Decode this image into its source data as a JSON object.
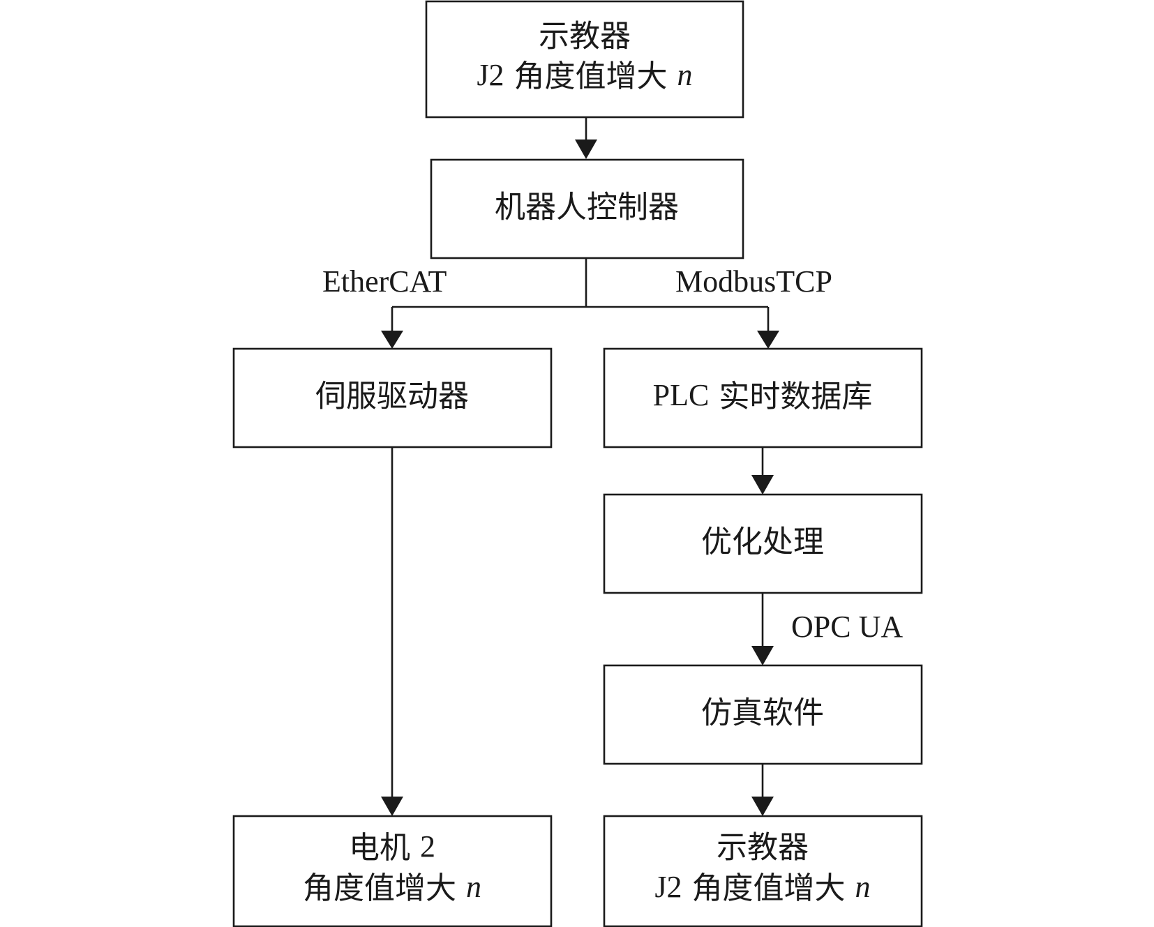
{
  "nodes": {
    "teach_pendant_top": {
      "line1": "示教器",
      "line2_prefix": "J2",
      "line2_main": " 角度值增大 ",
      "line2_var": "n"
    },
    "robot_controller": {
      "label": "机器人控制器"
    },
    "servo_driver": {
      "label": "伺服驱动器"
    },
    "plc_database": {
      "prefix": "PLC",
      "main": " 实时数据库"
    },
    "optimization": {
      "label": "优化处理"
    },
    "simulation_software": {
      "label": "仿真软件"
    },
    "motor2": {
      "line1_main": "电机 ",
      "line1_num": "2",
      "line2_main": "角度值增大 ",
      "line2_var": "n"
    },
    "teach_pendant_bottom": {
      "line1": "示教器",
      "line2_prefix": "J2",
      "line2_main": " 角度值增大 ",
      "line2_var": "n"
    }
  },
  "edge_labels": {
    "ethercat": "EtherCAT",
    "modbus_tcp": "ModbusTCP",
    "opc_ua": "OPC UA"
  }
}
